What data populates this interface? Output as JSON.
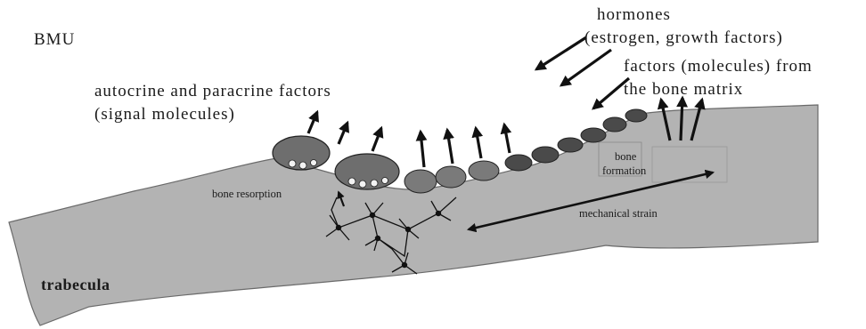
{
  "labels": {
    "bmu": "BMU",
    "hormones_line1": "hormones",
    "hormones_line2": "(estrogen, growth factors)",
    "factors_line1": "factors (molecules) from",
    "factors_line2": "the bone matrix",
    "autocrine_line1": "autocrine and paracrine factors",
    "autocrine_line2": "(signal molecules)",
    "bone_resorption": "bone resorption",
    "bone_formation_line1": "bone",
    "bone_formation_line2": "formation",
    "mechanical_strain": "mechanical strain",
    "trabecula": "trabecula"
  },
  "colors": {
    "bone": "#b3b3b3",
    "osteoclast": "#6e6e6e",
    "osteoblast": "#4a4a4a",
    "ink": "#111111"
  }
}
